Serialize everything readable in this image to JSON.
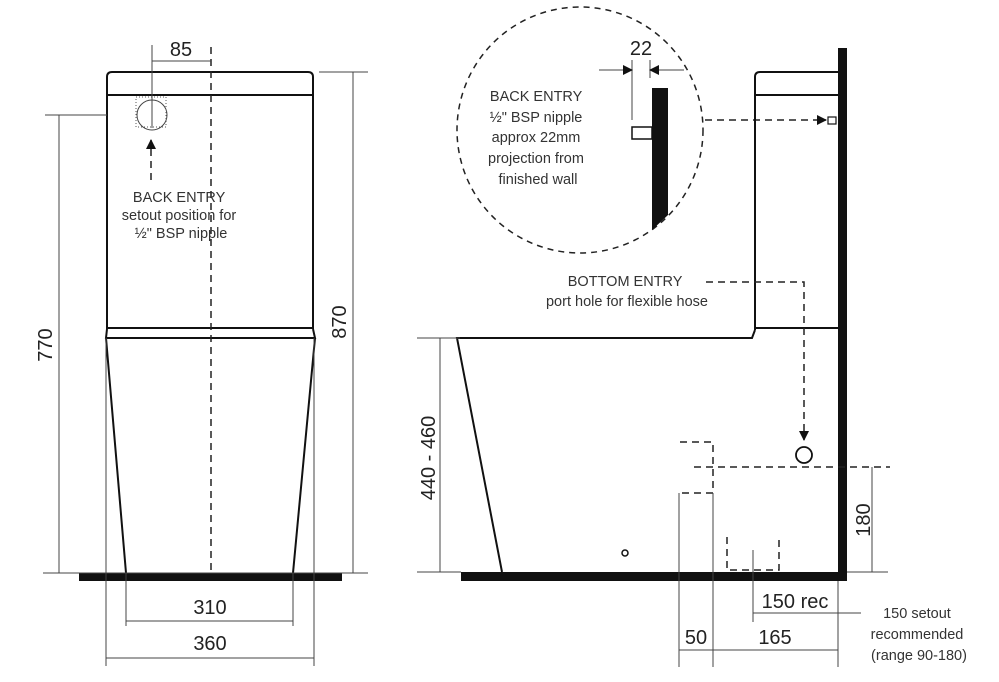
{
  "front_view": {
    "dims": {
      "nipple_offset": "85",
      "height_to_inlet": "770",
      "overall_height": "870",
      "base_width": "310",
      "overall_width": "360"
    },
    "note": [
      "BACK ENTRY",
      "setout position for",
      "½\" BSP nipple"
    ]
  },
  "side_view": {
    "detail": {
      "dim": "22",
      "note": [
        "BACK ENTRY",
        "½\" BSP nipple",
        "approx 22mm",
        "projection from",
        "finished wall"
      ]
    },
    "bottom_entry_note": [
      "BOTTOM ENTRY",
      "port hole for flexible hose"
    ],
    "dims": {
      "seat_height": "440 - 460",
      "inlet_height": "180",
      "setout_rec": "150 rec",
      "dim_50": "50",
      "dim_165": "165"
    },
    "setout_note": [
      "150 setout",
      "recommended",
      "(range 90-180)"
    ]
  }
}
